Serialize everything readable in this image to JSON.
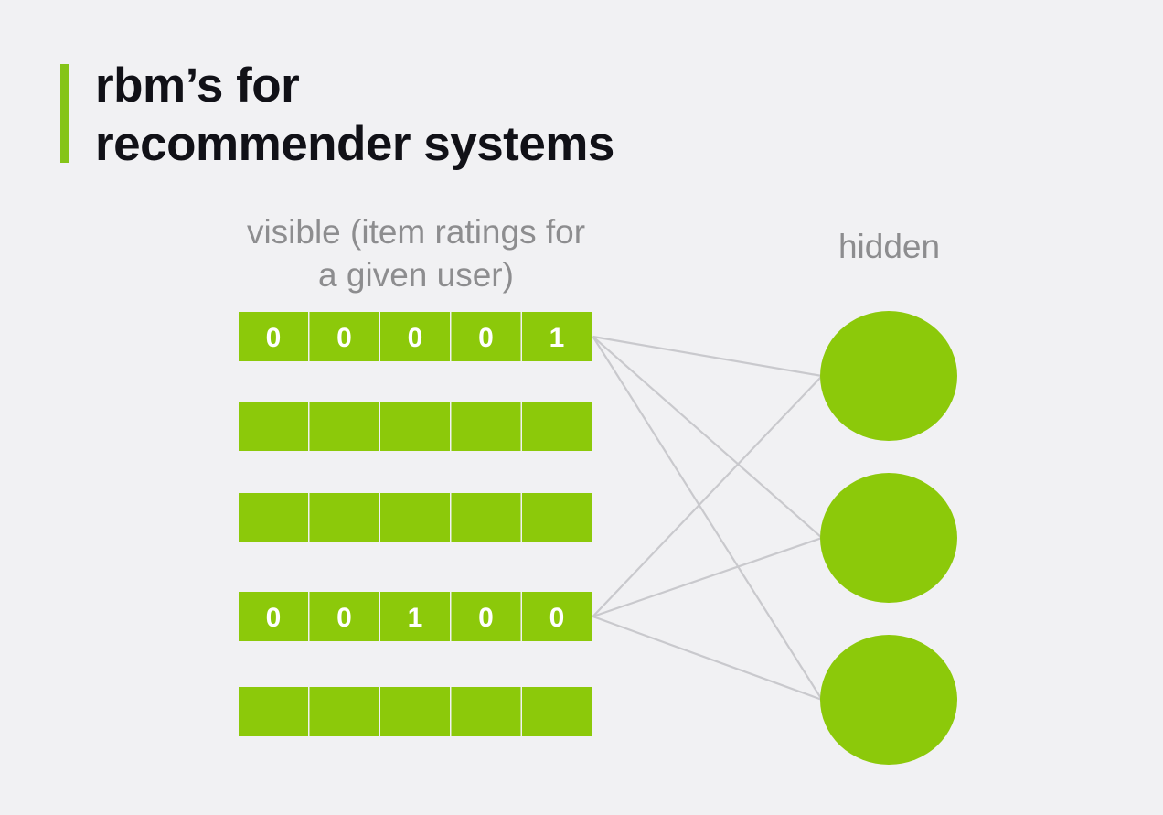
{
  "slide": {
    "title_line1": "rbm’s for",
    "title_line2": "recommender systems",
    "visible_label_line1": "visible (item ratings for",
    "visible_label_line2": "a given user)",
    "hidden_label": "hidden"
  },
  "diagram": {
    "visible_rows": [
      [
        "0",
        "0",
        "0",
        "0",
        "1"
      ],
      [
        "",
        "",
        "",
        "",
        ""
      ],
      [
        "",
        "",
        "",
        "",
        ""
      ],
      [
        "0",
        "0",
        "1",
        "0",
        "0"
      ],
      [
        "",
        "",
        "",
        "",
        ""
      ]
    ],
    "hidden_unit_count": 3,
    "connections": [
      {
        "from_row": 0,
        "to_hidden": 0
      },
      {
        "from_row": 0,
        "to_hidden": 1
      },
      {
        "from_row": 0,
        "to_hidden": 2
      },
      {
        "from_row": 3,
        "to_hidden": 0
      },
      {
        "from_row": 3,
        "to_hidden": 1
      },
      {
        "from_row": 3,
        "to_hidden": 2
      }
    ],
    "colors": {
      "accent": "#85c418",
      "cell_fill": "#8cc90a",
      "hidden_fill": "#8cc90a",
      "edge": "#c9c9cd",
      "title": "#111117",
      "label": "#8d8d8f",
      "background": "#f1f1f3"
    }
  }
}
